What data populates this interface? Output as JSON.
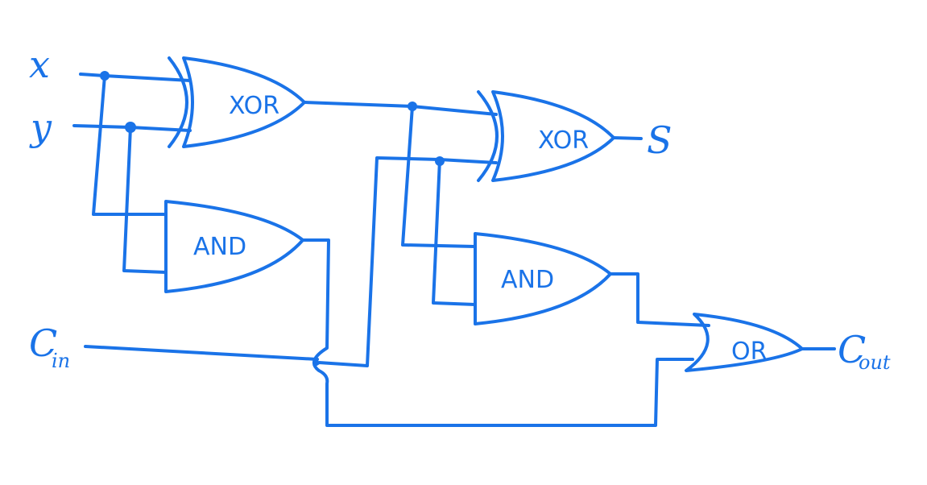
{
  "colors": {
    "ink": "#1a73e8",
    "background": "#ffffff"
  },
  "inputs": {
    "x": "x",
    "y": "y",
    "cin_main": "C",
    "cin_sub": "in"
  },
  "outputs": {
    "s": "S",
    "cout_main": "C",
    "cout_sub": "out"
  },
  "gates": {
    "xor1": "XOR",
    "xor2": "XOR",
    "and1": "AND",
    "and2": "AND",
    "or1": "OR"
  }
}
